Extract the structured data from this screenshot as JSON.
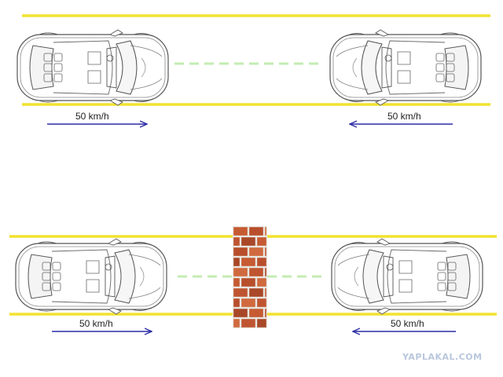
{
  "colors": {
    "road_line": "#f2e230",
    "arrow": "#2d2da6",
    "center_dash": "#c3ecb2",
    "car_stroke": "#555555",
    "brick_fill": "#c65a33",
    "brick_mortar": "#e8e6e0",
    "watermark": "#b9c7dc"
  },
  "scenes": [
    {
      "name": "head-on",
      "has_wall": false,
      "left_car": {
        "speed_label": "50 km/h",
        "direction": "right",
        "icon": "car-top-view-icon"
      },
      "right_car": {
        "speed_label": "50 km/h",
        "direction": "left",
        "icon": "car-top-view-icon"
      }
    },
    {
      "name": "wall",
      "has_wall": true,
      "wall_icon": "brick-wall-icon",
      "left_car": {
        "speed_label": "50 km/h",
        "direction": "right",
        "icon": "car-top-view-icon"
      },
      "right_car": {
        "speed_label": "50 km/h",
        "direction": "left",
        "icon": "car-top-view-icon"
      }
    }
  ],
  "watermark": "YAPLAKAL.COM"
}
